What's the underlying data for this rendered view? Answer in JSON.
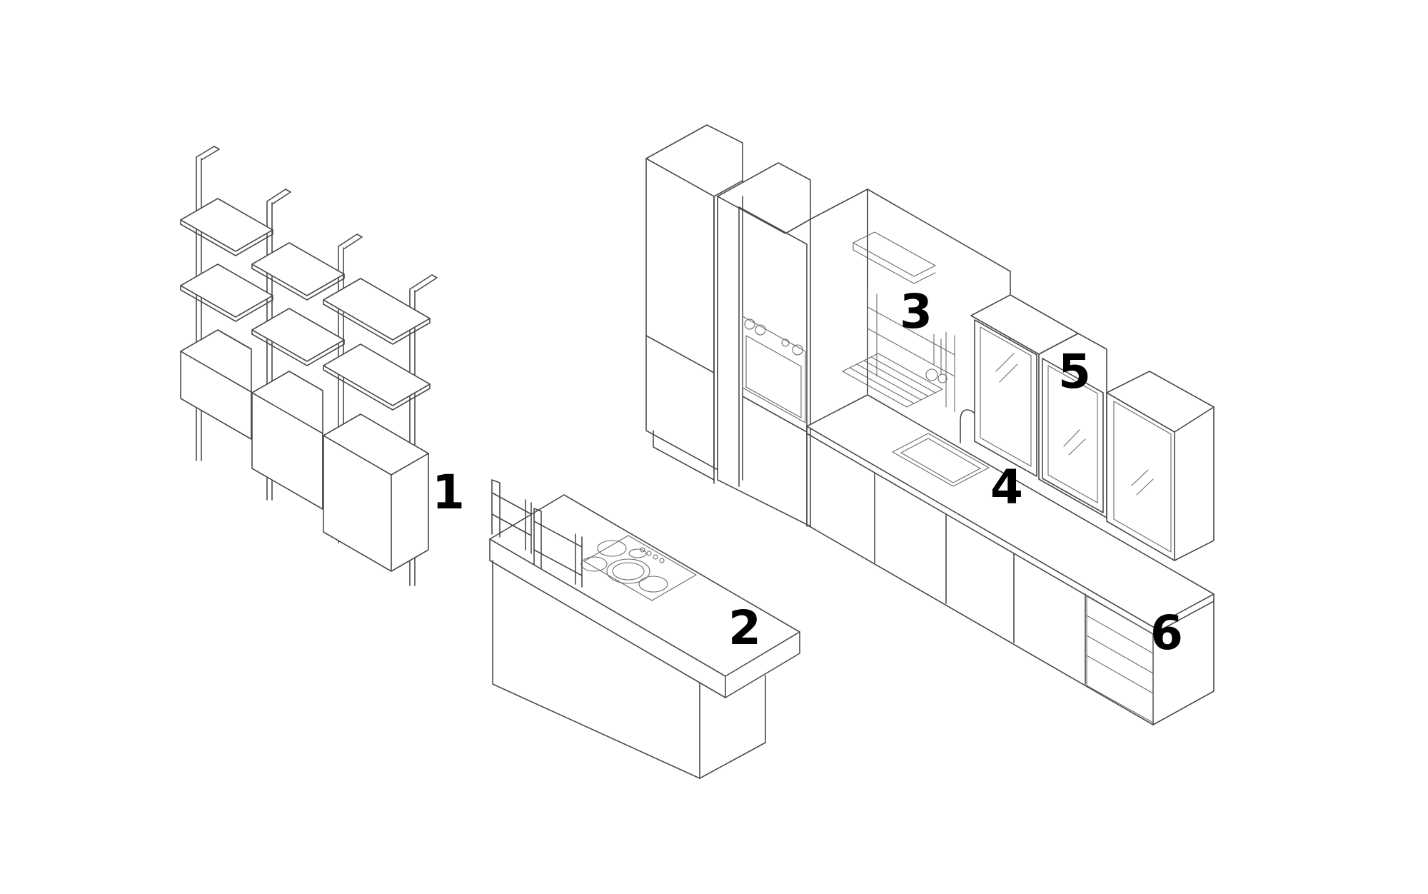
{
  "diagram": {
    "labels": [
      {
        "id": "shelving_unit",
        "text": "1"
      },
      {
        "id": "kitchen_island",
        "text": "2"
      },
      {
        "id": "wall_rail_rack",
        "text": "3"
      },
      {
        "id": "sink_counter",
        "text": "4"
      },
      {
        "id": "glass_wall_cabinets",
        "text": "5"
      },
      {
        "id": "open_base_drawer_unit",
        "text": "6"
      }
    ],
    "colors": {
      "line": "#4a4a4a",
      "label": "#000000",
      "background": "#ffffff"
    }
  }
}
